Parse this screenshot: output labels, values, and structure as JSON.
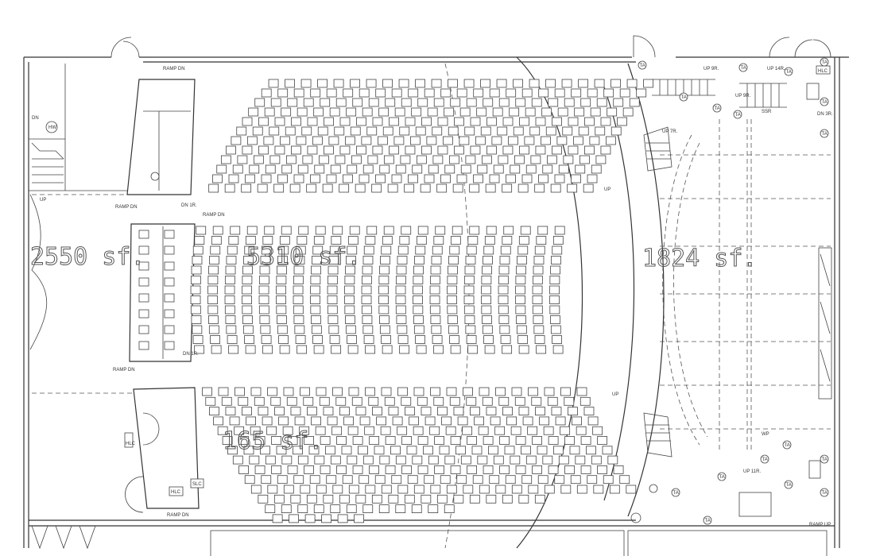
{
  "plan": {
    "areas": {
      "lobby": "2550 sf.",
      "auditorium": "5310 sf.",
      "stage": "1824 sf.",
      "lower": "165 sf."
    },
    "labels": {
      "ramp_dn": "RAMP DN",
      "ramp_up": "RAMP UP",
      "up": "UP",
      "dn_1r": "DN 1R.",
      "up_9r": "UP 9R.",
      "up_14r": "UP 14R.",
      "up_7r": "UP 7R.",
      "up_11r": "UP 11R.",
      "dn_3r": "DN 3R.",
      "dn": "DN",
      "hw": "HW",
      "hlc": "HLC",
      "slc": "SLC",
      "ta": "TA",
      "wp": "WP",
      "ssr": "SSR"
    },
    "seating": {
      "top_block": {
        "columns": 24,
        "rows": 12
      },
      "middle_block": {
        "columns": 22,
        "rows": 13
      },
      "bottom_block": {
        "columns": 24,
        "rows": 14
      },
      "box_seats": {
        "columns": 2,
        "rows": 8
      }
    }
  }
}
